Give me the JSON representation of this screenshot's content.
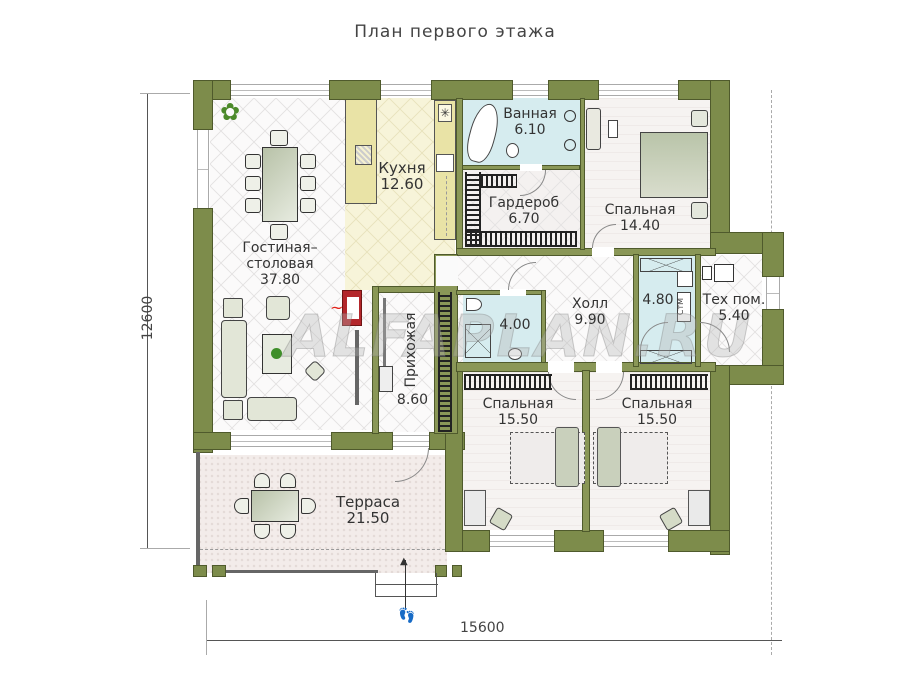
{
  "title": "План первого этажа",
  "dimensions": {
    "width_label": "15600",
    "height_label": "12600"
  },
  "rooms": [
    {
      "id": "living",
      "name": "Гостиная–",
      "name2": "столовая",
      "area": "37.80"
    },
    {
      "id": "kitchen",
      "name": "Кухня",
      "area": "12.60"
    },
    {
      "id": "bath",
      "name": "Ванная",
      "area": "6.10"
    },
    {
      "id": "wardrobe",
      "name": "Гардероб",
      "area": "6.70"
    },
    {
      "id": "bedroom_main",
      "name": "Спальная",
      "area": "14.40"
    },
    {
      "id": "hall",
      "name": "Холл",
      "area": "9.90"
    },
    {
      "id": "wc",
      "name": "",
      "area": "4.00"
    },
    {
      "id": "laundry",
      "name": "",
      "area": "4.80"
    },
    {
      "id": "tech",
      "name": "Тех пом.",
      "area": "5.40"
    },
    {
      "id": "entry",
      "name": "Прихожая",
      "area": "8.60"
    },
    {
      "id": "bedroom_left",
      "name": "Спальная",
      "area": "15.50"
    },
    {
      "id": "bedroom_right",
      "name": "Спальная",
      "area": "15.50"
    },
    {
      "id": "terrace",
      "name": "Терраса",
      "area": "21.50"
    }
  ],
  "fixtures": {
    "washer_label": "СтМ"
  },
  "watermark": "ALFAPLAN.RU",
  "colors": {
    "wall": "#7d8c4b",
    "kitchen_floor": "#f7f4d9",
    "bath_floor": "#d6ecef",
    "fireplace": "#b3262b"
  }
}
